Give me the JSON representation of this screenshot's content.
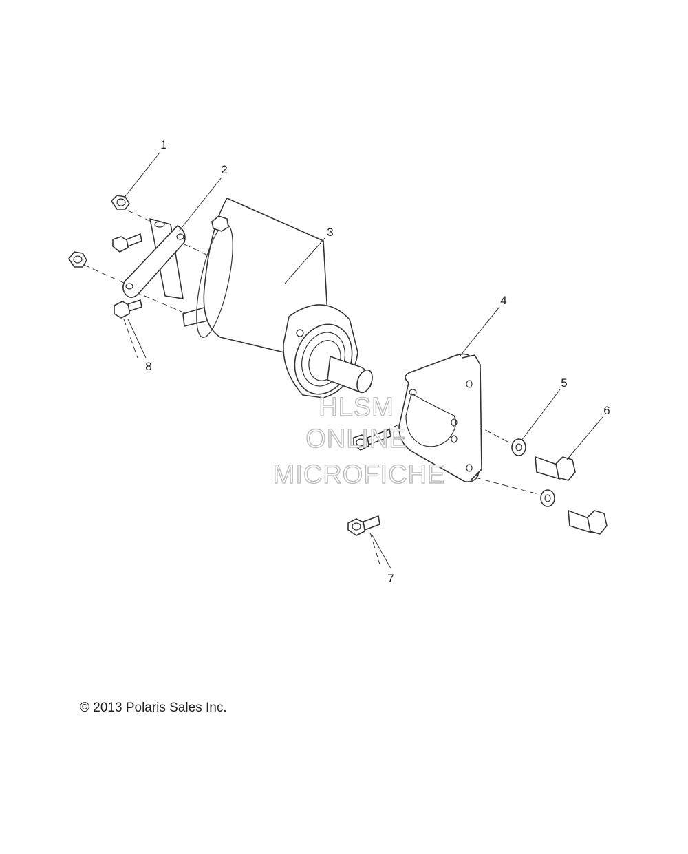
{
  "callouts": [
    {
      "id": "1",
      "label": "1"
    },
    {
      "id": "2",
      "label": "2"
    },
    {
      "id": "3",
      "label": "3"
    },
    {
      "id": "4",
      "label": "4"
    },
    {
      "id": "5",
      "label": "5"
    },
    {
      "id": "6",
      "label": "6"
    },
    {
      "id": "7",
      "label": "7"
    },
    {
      "id": "8",
      "label": "8"
    }
  ],
  "watermark": {
    "line1": "HLSM",
    "line2": "ONLINE",
    "line3": "MICROFICHE"
  },
  "copyright": "© 2013 Polaris Sales Inc."
}
